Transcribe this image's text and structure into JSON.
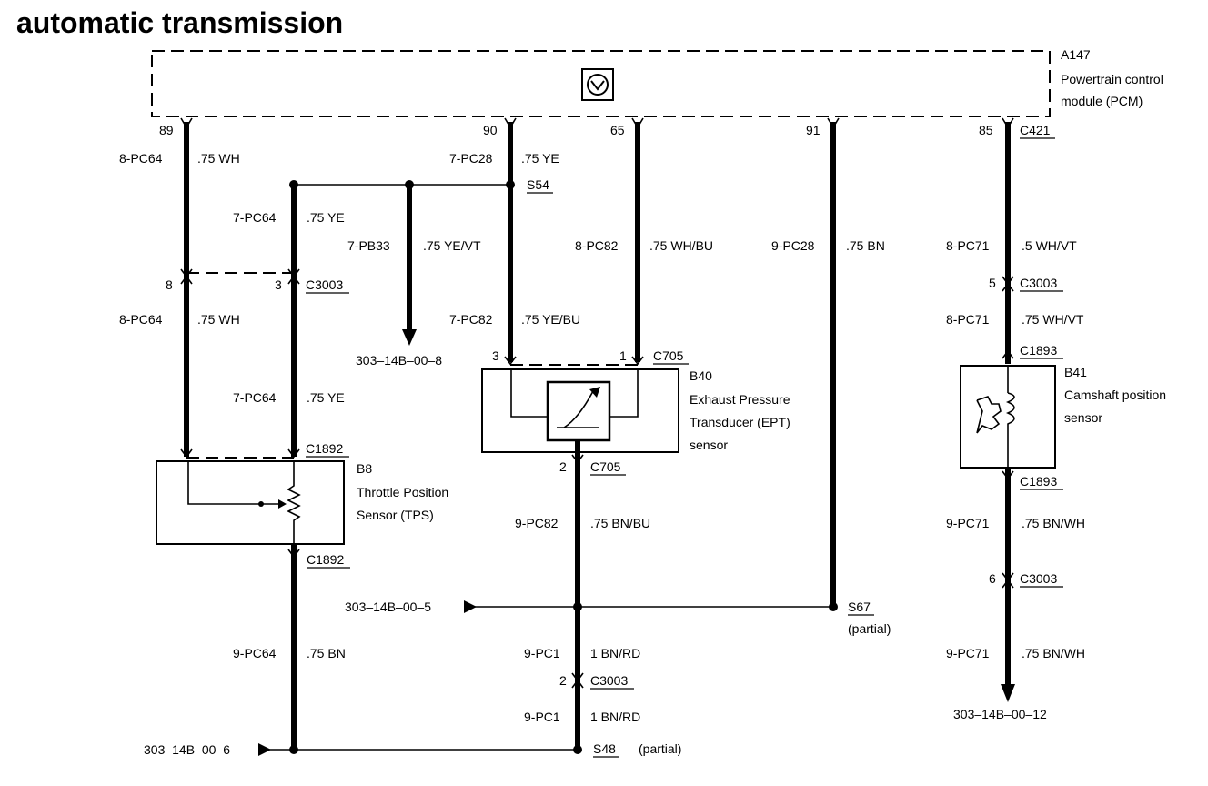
{
  "title": "automatic transmission",
  "pcm": {
    "ref": "A147",
    "name_line1": "Powertrain control",
    "name_line2": "module (PCM)"
  },
  "pins": {
    "p89": "89",
    "p90": "90",
    "p65": "65",
    "p91": "91",
    "p85": "85"
  },
  "connectors": {
    "c421": "C421",
    "c3003": "C3003",
    "c1892": "C1892",
    "c705": "C705",
    "c1893": "C1893",
    "s54": "S54",
    "s67": "S67",
    "s48": "S48"
  },
  "partial": "(partial)",
  "wires": {
    "w1_circuit": "8-PC64",
    "w1_spec": ".75 WH",
    "w2_circuit": "7-PC28",
    "w2_spec": ".75 YE",
    "w3_circuit": "7-PC64",
    "w3_spec": ".75 YE",
    "w4_circuit": "7-PB33",
    "w4_spec": ".75 YE/VT",
    "w5_circuit": "8-PC82",
    "w5_spec": ".75 WH/BU",
    "w6_circuit": "9-PC28",
    "w6_spec": ".75 BN",
    "w7_circuit": "8-PC71",
    "w7_spec": ".5 WH/VT",
    "w8_circuit": "8-PC64",
    "w8_spec": ".75 WH",
    "w9_circuit": "7-PC82",
    "w9_spec": ".75 YE/BU",
    "w10_circuit": "8-PC71",
    "w10_spec": ".75 WH/VT",
    "w11_circuit": "7-PC64",
    "w11_spec": ".75 YE",
    "w12_circuit": "9-PC82",
    "w12_spec": ".75 BN/BU",
    "w13_circuit": "9-PC71",
    "w13_spec": ".75 BN/WH",
    "w14_circuit": "9-PC64",
    "w14_spec": ".75 BN",
    "w15_circuit": "9-PC1",
    "w15_spec": "1 BN/RD",
    "w16_circuit": "9-PC71",
    "w16_spec": ".75 BN/WH",
    "w17_circuit": "9-PC1",
    "w17_spec": "1 BN/RD"
  },
  "pin_numbers": {
    "n8": "8",
    "n3a": "3",
    "n5": "5",
    "n3b": "3",
    "n1": "1",
    "n2a": "2",
    "n6": "6",
    "n2b": "2"
  },
  "refs": {
    "r8": "303–14B–00–8",
    "r5": "303–14B–00–5",
    "r6": "303–14B–00–6",
    "r12": "303–14B–00–12"
  },
  "components": {
    "tps_ref": "B8",
    "tps_line1": "Throttle Position",
    "tps_line2": "Sensor (TPS)",
    "ept_ref": "B40",
    "ept_line1": "Exhaust Pressure",
    "ept_line2": "Transducer (EPT)",
    "ept_line3": "sensor",
    "cmp_ref": "B41",
    "cmp_line1": "Camshaft position",
    "cmp_line2": "sensor"
  }
}
